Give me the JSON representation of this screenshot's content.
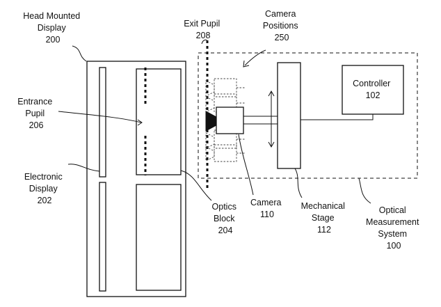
{
  "labels": {
    "hmd": [
      "Head Mounted",
      "Display",
      "200"
    ],
    "entrance_pupil": [
      "Entrance",
      "Pupil",
      "206"
    ],
    "electronic_display": [
      "Electronic",
      "Display",
      "202"
    ],
    "exit_pupil": [
      "Exit Pupil",
      "208"
    ],
    "camera_positions": [
      "Camera",
      "Positions",
      "250"
    ],
    "controller": [
      "Controller",
      "102"
    ],
    "optics_block": [
      "Optics",
      "Block",
      "204"
    ],
    "camera": [
      "Camera",
      "110"
    ],
    "mechanical_stage": [
      "Mechanical",
      "Stage",
      "112"
    ],
    "optical_measurement_system": [
      "Optical",
      "Measurement",
      "System",
      "100"
    ]
  }
}
